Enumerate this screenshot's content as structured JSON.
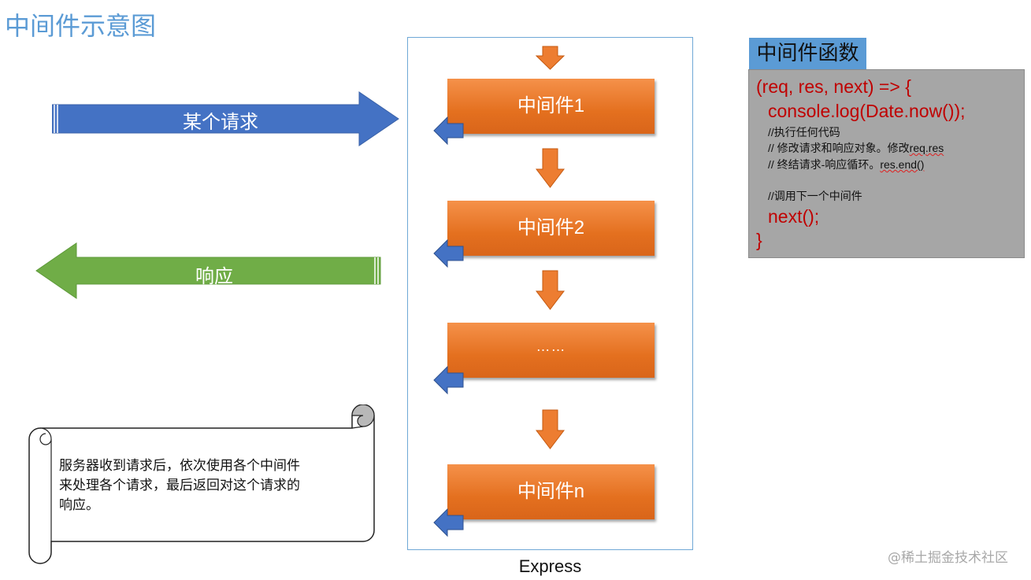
{
  "title": "中间件示意图",
  "request_label": "某个请求",
  "response_label": "响应",
  "express_label": "Express",
  "middlewares": [
    "中间件1",
    "中间件2",
    "……",
    "中间件n"
  ],
  "function_box": {
    "title": "中间件函数",
    "code_open": "(req, res, next) => {",
    "code_log": "console.log(Date.now());",
    "comment_1": "//执行任何代码",
    "comment_2_prefix": "// 修改请求和响应对象。修改",
    "comment_2_code": "req.res",
    "comment_3_prefix": "// 终结请求-响应循环。",
    "comment_3_code": "res.end()",
    "comment_4": "//调用下一个中间件",
    "code_next": "next();",
    "code_close": "}"
  },
  "scroll_lines": [
    "服务器收到请求后，依次使用各个中间件",
    "来处理各个请求，最后返回对这个请求的",
    "响应。"
  ],
  "watermark": "@稀土掘金技术社区",
  "colors": {
    "request_arrow": "#4472c4",
    "response_arrow": "#70ad47",
    "middleware": "#ed7d31",
    "down_arrow": "#ed7d31",
    "return_arrow": "#4472c4",
    "title": "#5b9bd5",
    "function_tab": "#5b9bd5",
    "function_box": "#a6a6a6",
    "code_text": "#c00000"
  }
}
